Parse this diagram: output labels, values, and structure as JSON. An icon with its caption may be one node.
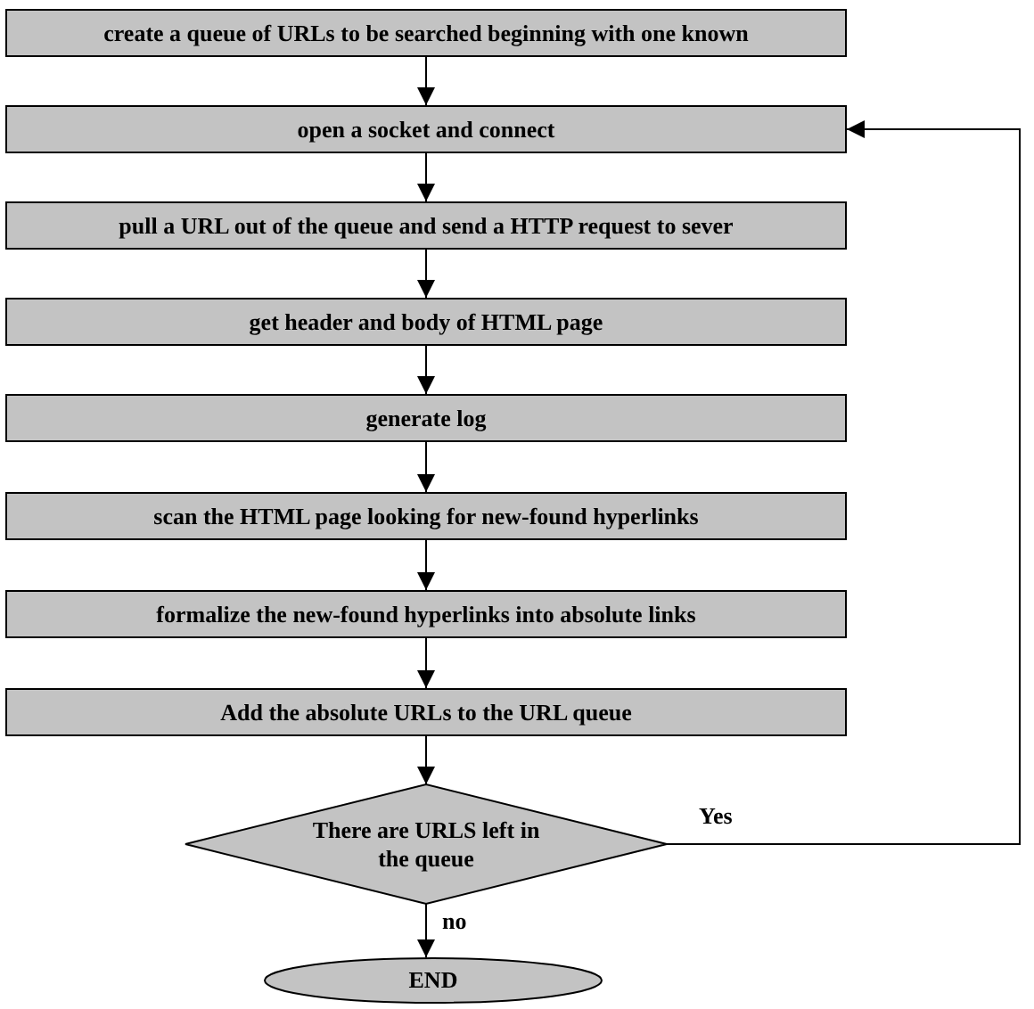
{
  "diagram": {
    "nodes": [
      {
        "text": [
          "create a queue of URLs to be searched beginning with one known"
        ]
      },
      {
        "text": [
          "open a socket and connect"
        ]
      },
      {
        "text": [
          "pull a URL out of the queue and send a HTTP request to sever"
        ]
      },
      {
        "text": [
          "get header and body of HTML page"
        ]
      },
      {
        "text": [
          "generate log"
        ]
      },
      {
        "text": [
          "scan the HTML page looking for new-found hyperlinks"
        ]
      },
      {
        "text": [
          "formalize the new-found hyperlinks into absolute links"
        ]
      },
      {
        "text": [
          "Add the absolute URLs to the URL queue"
        ]
      },
      {
        "text": [
          "There are URLS left in the queue"
        ]
      },
      {
        "text": [
          "END"
        ]
      }
    ],
    "edges": [
      {
        "from": 0,
        "to": 1,
        "arrow": "to"
      },
      {
        "from": 1,
        "to": 2,
        "arrow": "to"
      },
      {
        "from": 2,
        "to": 3,
        "arrow": "to"
      },
      {
        "from": 3,
        "to": 4,
        "arrow": "to"
      },
      {
        "from": 4,
        "to": 5,
        "arrow": "to"
      },
      {
        "from": 5,
        "to": 6,
        "arrow": "to"
      },
      {
        "from": 6,
        "to": 7,
        "arrow": "to"
      },
      {
        "from": 7,
        "to": 8,
        "arrow": "to"
      },
      {
        "from": 8,
        "to": 1,
        "arrow": "to",
        "label": "Yes"
      },
      {
        "from": 8,
        "to": 9,
        "arrow": "to",
        "label": "no"
      }
    ]
  }
}
